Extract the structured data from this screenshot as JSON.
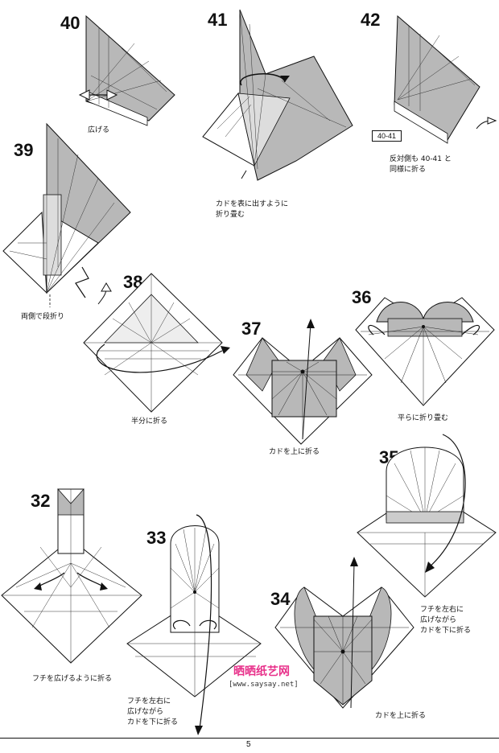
{
  "steps": [
    {
      "num": "40",
      "caption": "広げる"
    },
    {
      "num": "41",
      "caption": "カドを表に出すように\n折り畳む"
    },
    {
      "num": "42",
      "caption": "反対側も 40-41 と\n同様に折る",
      "ref": "40-41"
    },
    {
      "num": "39",
      "caption": "両側で段折り"
    },
    {
      "num": "38",
      "caption": "半分に折る"
    },
    {
      "num": "37",
      "caption": "カドを上に折る"
    },
    {
      "num": "36",
      "caption": "平らに折り畳む"
    },
    {
      "num": "35",
      "caption": "フチを左右に\n広げながら\nカドを下に折る"
    },
    {
      "num": "32",
      "caption": "フチを広げるように折る"
    },
    {
      "num": "33",
      "caption": "フチを左右に\n広げながら\nカドを下に折る"
    },
    {
      "num": "34",
      "caption": "カドを上に折る"
    }
  ],
  "watermark": {
    "text": "晒晒纸艺网",
    "url": "[www.saysay.net]"
  },
  "page_number": "5",
  "colors": {
    "paper_back": "#b8b8b8",
    "line": "#111111",
    "watermark": "#e8308a"
  }
}
